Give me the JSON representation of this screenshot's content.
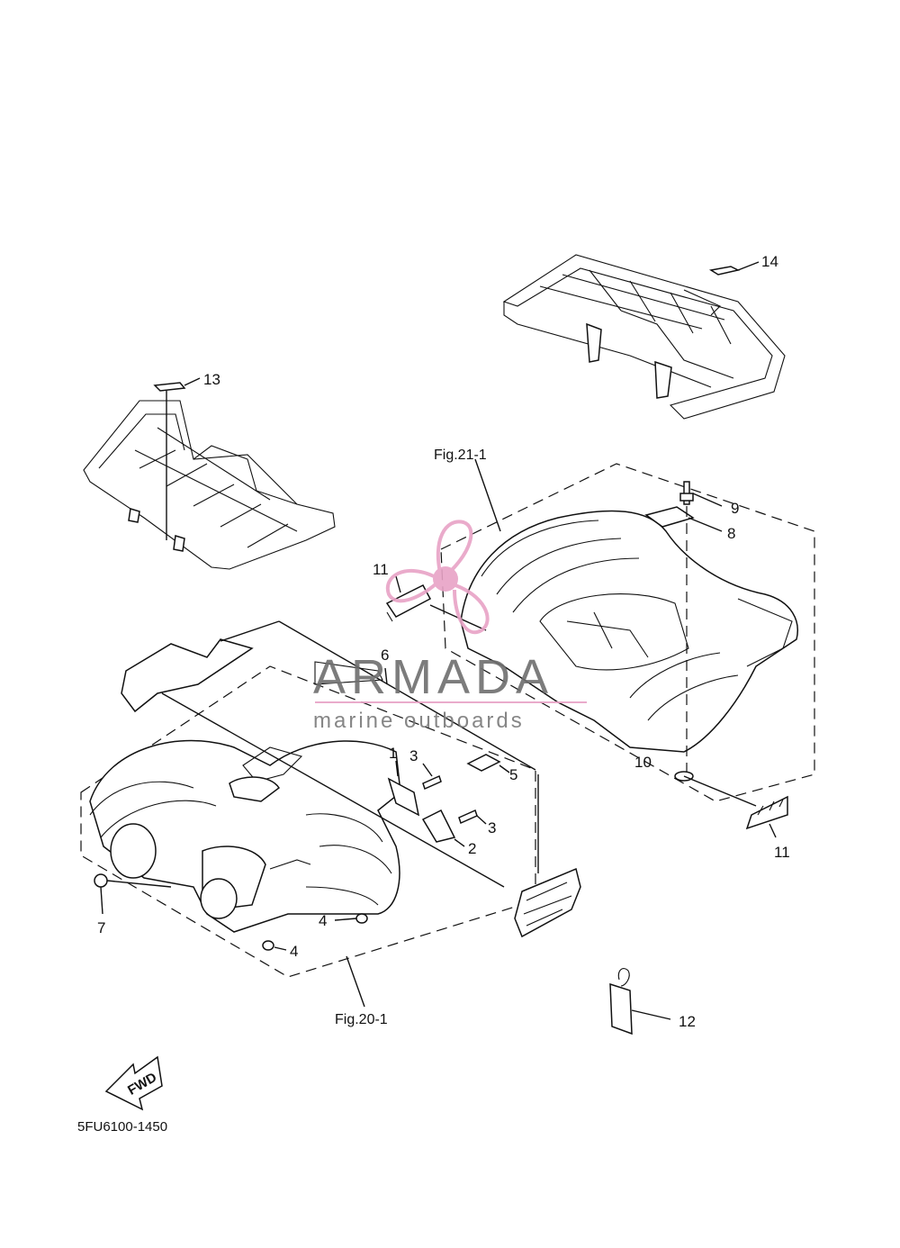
{
  "diagram": {
    "part_number": "5FU6100-1450",
    "direction_label": "FWD",
    "figure_refs": [
      "Fig.21-1",
      "Fig.20-1"
    ],
    "callouts": [
      "1",
      "2",
      "3",
      "3",
      "4",
      "4",
      "5",
      "6",
      "7",
      "8",
      "9",
      "10",
      "11",
      "11",
      "12",
      "13",
      "14"
    ],
    "watermark": {
      "brand": "ARMADA",
      "tagline": "marine outboards",
      "brand_color": "#e8a3c6"
    }
  }
}
